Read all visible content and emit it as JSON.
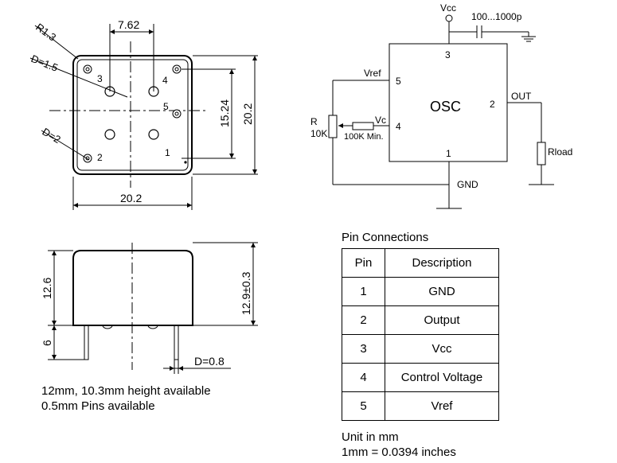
{
  "top_view": {
    "corner_radius": "R1.3",
    "pin_dia": "D=1.5",
    "pad_dia": "D=2",
    "pin_spacing": "7.62",
    "pin_offset": "15.24",
    "height_dim": "20.2",
    "width_dim": "20.2",
    "pin_labels": [
      "1",
      "2",
      "3",
      "4",
      "5"
    ]
  },
  "side_view": {
    "body_height": "12.6",
    "pin_length": "6",
    "total_height": "12.9±0.3",
    "pin_dia": "D=0.8"
  },
  "notes": {
    "line1": "12mm, 10.3mm height available",
    "line2": "0.5mm Pins available"
  },
  "schematic": {
    "vcc": "Vcc",
    "cap": "100...1000p",
    "osc": "OSC",
    "vref": "Vref",
    "vc": "Vc",
    "r_name": "R",
    "r_value": "10K",
    "series_r": "100K Min.",
    "out": "OUT",
    "rload": "Rload",
    "gnd": "GND",
    "pin_numbers": [
      "1",
      "2",
      "3",
      "4",
      "5"
    ]
  },
  "pin_connections": {
    "title": "Pin Connections",
    "headers": [
      "Pin",
      "Description"
    ],
    "rows": [
      {
        "pin": "1",
        "desc": "GND"
      },
      {
        "pin": "2",
        "desc": "Output"
      },
      {
        "pin": "3",
        "desc": "Vcc"
      },
      {
        "pin": "4",
        "desc": "Control Voltage"
      },
      {
        "pin": "5",
        "desc": "Vref"
      }
    ]
  },
  "units": {
    "line1": "Unit in mm",
    "line2": "1mm = 0.0394 inches"
  }
}
